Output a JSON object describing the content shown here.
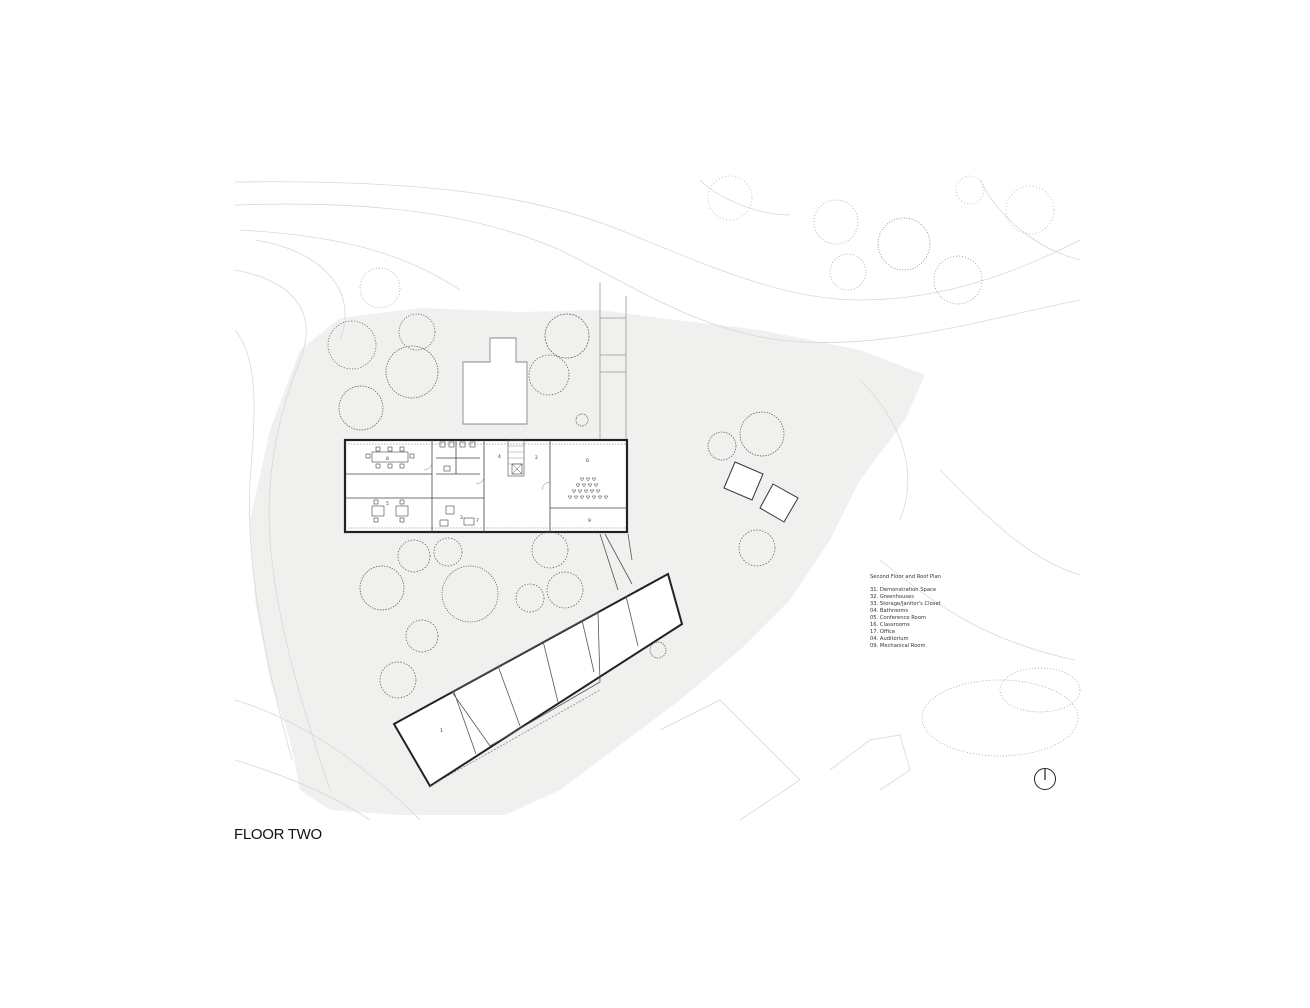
{
  "drawing": {
    "title": "FLOOR TWO",
    "legend": {
      "title": "Second Floor and Roof Plan",
      "items": [
        "31. Demonstration Space",
        "32. Greenhouses",
        "33. Storage/Janitor's Closet",
        "04. Bathrooms",
        "05. Conference Room",
        "16. Classrooms",
        "17. Office",
        "04. Auditorium",
        "09. Mechanical Room"
      ]
    },
    "room_labels": [
      "1",
      "2",
      "3",
      "4",
      "5",
      "6",
      "7",
      "8",
      "9"
    ],
    "north_arrow": "north-arrow-icon"
  }
}
